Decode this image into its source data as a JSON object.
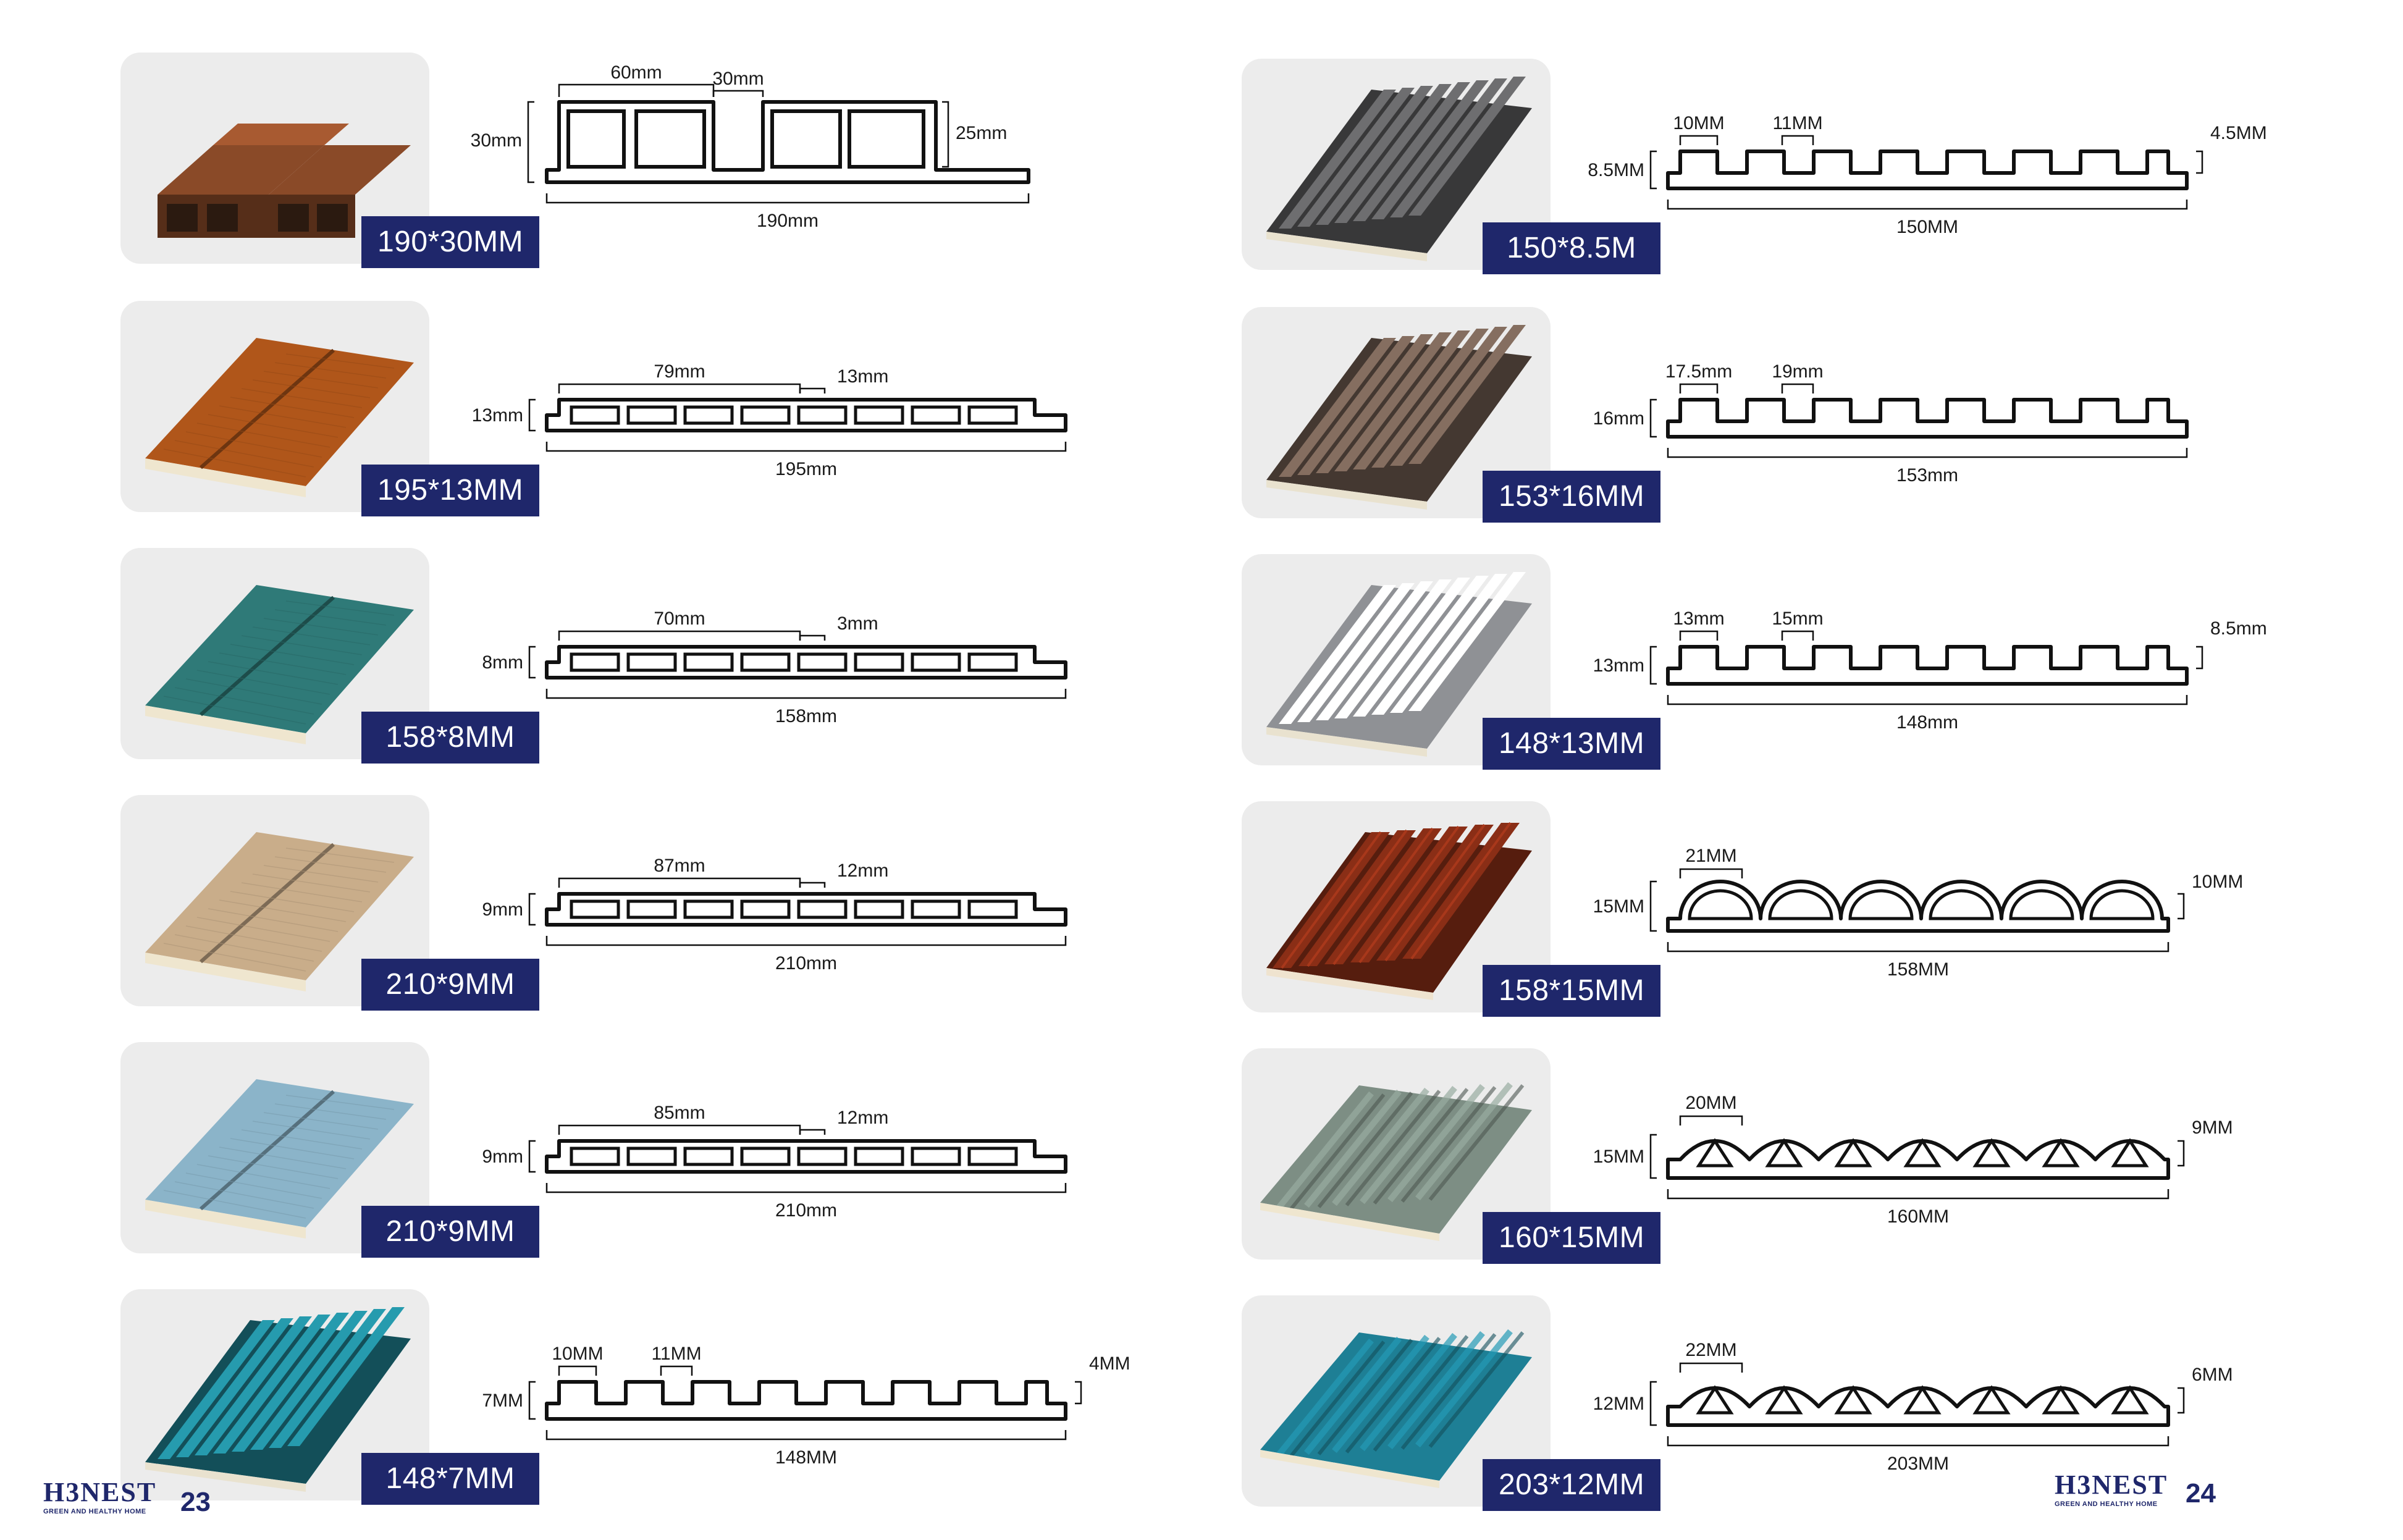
{
  "brand": {
    "name": "H3NEST",
    "tagline": "GREEN AND HEALTHY HOME"
  },
  "pages": [
    {
      "page_number": "23",
      "items": [
        {
          "size": "190*30MM",
          "color": "#8a4a28",
          "style": "hollow-box",
          "dims": {
            "top_a": "60mm",
            "top_b": "30mm",
            "left": "30mm",
            "right": "25mm",
            "bottom": "190mm"
          }
        },
        {
          "size": "195*13MM",
          "color": "#b0561a",
          "style": "hollow-flat",
          "dims": {
            "top_a": "79mm",
            "top_b": "13mm",
            "left": "13mm",
            "bottom": "195mm"
          }
        },
        {
          "size": "158*8MM",
          "color": "#2f7a78",
          "style": "hollow-flat",
          "dims": {
            "top_a": "70mm",
            "top_b": "3mm",
            "left": "8mm",
            "bottom": "158mm"
          }
        },
        {
          "size": "210*9MM",
          "color": "#c9ad8a",
          "style": "hollow-flat",
          "dims": {
            "top_a": "87mm",
            "top_b": "12mm",
            "left": "9mm",
            "bottom": "210mm"
          }
        },
        {
          "size": "210*9MM",
          "color": "#8bb4c9",
          "style": "hollow-flat",
          "dims": {
            "top_a": "85mm",
            "top_b": "12mm",
            "left": "9mm",
            "bottom": "210mm"
          }
        },
        {
          "size": "148*7MM",
          "color": "#1f7f8f",
          "style": "fluted",
          "dims": {
            "top_a": "10MM",
            "top_b": "11MM",
            "left": "7MM",
            "right": "4MM",
            "bottom": "148MM"
          }
        }
      ]
    },
    {
      "page_number": "24",
      "items": [
        {
          "size": "150*8.5M",
          "color": "#5a5a5c",
          "style": "fluted",
          "dims": {
            "top_a": "10MM",
            "top_b": "11MM",
            "left": "8.5MM",
            "right": "4.5MM",
            "bottom": "150MM"
          }
        },
        {
          "size": "153*16MM",
          "color": "#6d5a4f",
          "style": "fluted",
          "dims": {
            "top_a": "17.5mm",
            "top_b": "19mm",
            "left": "16mm",
            "bottom": "153mm"
          }
        },
        {
          "size": "148*13MM",
          "color": "#e6eaf0",
          "style": "fluted",
          "dims": {
            "top_a": "13mm",
            "top_b": "15mm",
            "left": "13mm",
            "right": "8.5mm",
            "bottom": "148mm"
          }
        },
        {
          "size": "158*15MM",
          "color": "#8a2e16",
          "style": "arched",
          "dims": {
            "top_a": "21MM",
            "left": "15MM",
            "right": "10MM",
            "bottom": "158MM"
          }
        },
        {
          "size": "160*15MM",
          "color": "#7d8e84",
          "style": "wave",
          "dims": {
            "top_a": "20MM",
            "left": "15MM",
            "right": "9MM",
            "bottom": "160MM"
          }
        },
        {
          "size": "203*12MM",
          "color": "#1e7f95",
          "style": "wave",
          "dims": {
            "top_a": "22MM",
            "left": "12MM",
            "right": "6MM",
            "bottom": "203MM"
          }
        }
      ]
    }
  ]
}
